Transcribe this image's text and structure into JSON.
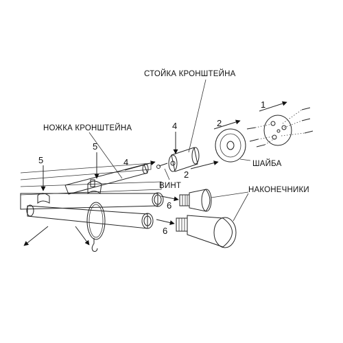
{
  "labels": {
    "bracket_post": "СТОЙКА КРОНШТЕЙНА",
    "bracket_leg": "НОЖКА КРОНШТЕЙНА",
    "washer": "ШАЙБА",
    "screw": "ВИНТ",
    "end_caps": "НАКОНЕЧНИКИ"
  },
  "steps": {
    "s1": "1",
    "s2a": "2",
    "s2b": "2",
    "s4a": "4",
    "s4b": "4",
    "s5a": "5",
    "s5b": "5",
    "s6a": "6",
    "s6b": "6"
  },
  "colors": {
    "stroke": "#222222",
    "tube_fill": "#ececec",
    "dark_fill": "#bdbdbd",
    "background": "#ffffff"
  }
}
